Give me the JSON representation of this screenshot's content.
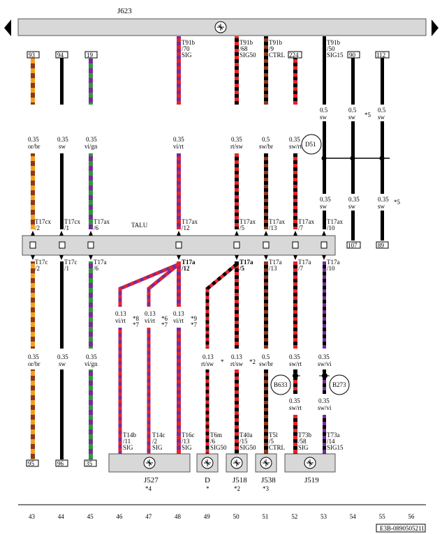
{
  "top_component": "J623",
  "talu": "TALU",
  "footer_code": "E3B-0890505211",
  "columns": [
    "43",
    "44",
    "45",
    "46",
    "47",
    "48",
    "49",
    "50",
    "51",
    "52",
    "53",
    "54",
    "55",
    "56"
  ],
  "boxes_top": [
    "93",
    "94",
    "19",
    "224",
    "90",
    "112"
  ],
  "boxes_bottom": [
    "95",
    "96",
    "35",
    "107",
    "89"
  ],
  "pins_top": [
    {
      "a": "T91b",
      "b": "/70",
      "c": "SIG"
    },
    {
      "a": "T91b",
      "b": "/68",
      "c": "SIG50"
    },
    {
      "a": "T91b",
      "b": "/9",
      "c": "CTRL"
    },
    {
      "a": "T91b",
      "b": "/50",
      "c": "SIG15"
    }
  ],
  "wires_upper": [
    {
      "size": "0.35",
      "color": "or/br"
    },
    {
      "size": "0.35",
      "color": "sw"
    },
    {
      "size": "0.35",
      "color": "vi/gn"
    },
    {
      "size": "0.35",
      "color": "vi/rt"
    },
    {
      "size": "0.35",
      "color": "rt/sw"
    },
    {
      "size": "0.5",
      "color": "sw/br"
    },
    {
      "size": "0.35",
      "color": "sw/rt"
    },
    {
      "size": "0.5",
      "color": "sw"
    },
    {
      "size": "0.5",
      "color": "sw"
    },
    {
      "size": "0.5",
      "color": "sw"
    }
  ],
  "wires_mid": [
    {
      "size": "0.35",
      "color": "sw"
    },
    {
      "size": "0.35",
      "color": "sw"
    },
    {
      "size": "0.35",
      "color": "sw"
    }
  ],
  "conn_upper": [
    {
      "a": "T17cx",
      "b": "/2"
    },
    {
      "a": "T17cx",
      "b": "/1"
    },
    {
      "a": "T17ax",
      "b": "/6"
    },
    {
      "a": "T17ax",
      "b": "/12"
    },
    {
      "a": "T17ax",
      "b": "/5"
    },
    {
      "a": "T17ax",
      "b": "/13"
    },
    {
      "a": "T17ax",
      "b": "/7"
    },
    {
      "a": "T17ax",
      "b": "/10"
    }
  ],
  "conn_lower": [
    {
      "a": "T17c",
      "b": "/2"
    },
    {
      "a": "T17c",
      "b": "/1"
    },
    {
      "a": "T17a",
      "b": "/6"
    },
    {
      "a": "T17a",
      "b": "/12"
    },
    {
      "a": "T17a",
      "b": "/5"
    },
    {
      "a": "T17a",
      "b": "/13"
    },
    {
      "a": "T17a",
      "b": "/7"
    },
    {
      "a": "T17a",
      "b": "/10"
    }
  ],
  "wires_lower": [
    {
      "size": "0.13",
      "color": "vi/rt"
    },
    {
      "size": "0.13",
      "color": "vi/rt"
    },
    {
      "size": "0.13",
      "color": "vi/rt"
    }
  ],
  "wires_lower2": [
    {
      "size": "0.35",
      "color": "or/br"
    },
    {
      "size": "0.35",
      "color": "sw"
    },
    {
      "size": "0.35",
      "color": "vi/gn"
    },
    {
      "size": "0.13",
      "color": "rt/sw"
    },
    {
      "size": "0.13",
      "color": "rt/sw"
    },
    {
      "size": "0.5",
      "color": "sw/br"
    },
    {
      "size": "0.35",
      "color": "sw/rt"
    },
    {
      "size": "0.35",
      "color": "sw/vi"
    }
  ],
  "wires_lower3": [
    {
      "size": "0.35",
      "color": "sw/rt"
    },
    {
      "size": "0.35",
      "color": "sw/vi"
    }
  ],
  "pins_bottom": [
    {
      "a": "T14b",
      "b": "/11",
      "c": "SIG"
    },
    {
      "a": "T14c",
      "b": "/2",
      "c": "SIG"
    },
    {
      "a": "T16c",
      "b": "/13",
      "c": "SIG"
    },
    {
      "a": "T6m",
      "b": "/6",
      "c": "SIG50"
    },
    {
      "a": "T40a",
      "b": "/15",
      "c": "SIG50"
    },
    {
      "a": "T5l",
      "b": "/5",
      "c": "CTRL"
    },
    {
      "a": "T73b",
      "b": "/58",
      "c": "SIG"
    },
    {
      "a": "T73a",
      "b": "/14",
      "c": "SIG15"
    }
  ],
  "components_bottom": [
    {
      "name": "J527",
      "note": "*4"
    },
    {
      "name": "D",
      "note": "*"
    },
    {
      "name": "J518",
      "note": "*2"
    },
    {
      "name": "J538",
      "note": "*3"
    },
    {
      "name": "J519",
      "note": ""
    }
  ],
  "splices": [
    "D51",
    "B633",
    "B273"
  ],
  "notes": [
    "*5",
    "*5",
    "*8",
    "*7",
    "*6",
    "*7",
    "*9",
    "*7",
    "*",
    "*2"
  ],
  "colors": {
    "black": "#000000",
    "red": "#e8232a",
    "violet": "#7a2a9a",
    "green": "#2d9a3a",
    "orange": "#f2a020",
    "brown": "#8a3a1a",
    "gray": "#d8d8d8"
  }
}
